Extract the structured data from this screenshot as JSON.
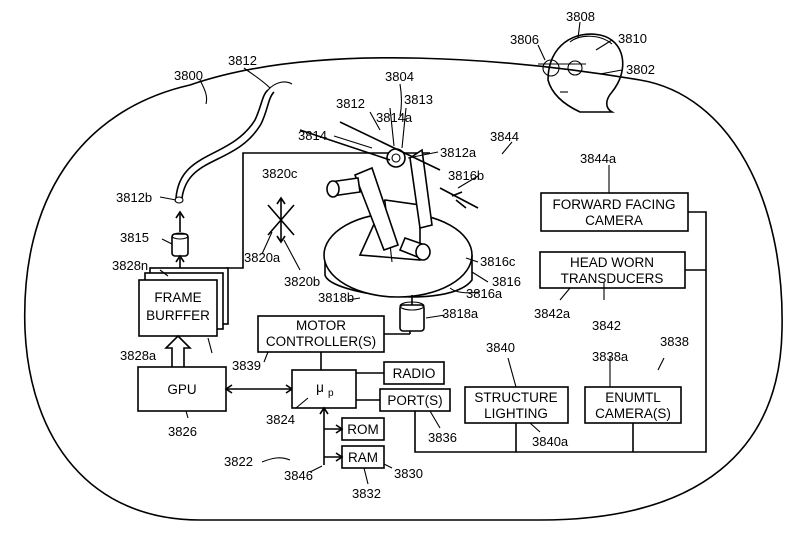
{
  "boxes": {
    "frame_buffer": [
      "FRAME",
      "BURFFER"
    ],
    "gpu": "GPU",
    "motor_controller": [
      "MOTOR",
      "CONTROLLER(S)"
    ],
    "processor": "μ",
    "processor_sub": "p",
    "radio": "RADIO",
    "ports": "PORT(S)",
    "rom": "ROM",
    "ram": "RAM",
    "forward_camera": [
      "FORWARD FACING",
      "CAMERA"
    ],
    "head_transducers": [
      "HEAD WORN",
      "TRANSDUCERS"
    ],
    "structure_lighting": [
      "STRUCTURE",
      "LIGHTING"
    ],
    "enumtl_camera": [
      "ENUMTL",
      "CAMERA(S)"
    ]
  },
  "refs": {
    "r3808": "3808",
    "r3806": "3806",
    "r3810": "3810",
    "r3802": "3802",
    "r3800": "3800",
    "r3812top": "3812",
    "r3804": "3804",
    "r3812mid": "3812",
    "r3813": "3813",
    "r3814a": "3814a",
    "r3814": "3814",
    "r3812a": "3812a",
    "r3844": "3844",
    "r3820c": "3820c",
    "r3816b": "3816b",
    "r3812b": "3812b",
    "r3844a": "3844a",
    "r3815": "3815",
    "r3820a": "3820a",
    "r3816c": "3816c",
    "r3828n": "3828n",
    "r3816": "3816",
    "r3820b": "3820b",
    "r3816a": "3816a",
    "r3818b": "3818b",
    "r3842a": "3842a",
    "r3818a": "3818a",
    "r3842": "3842",
    "r3828a": "3828a",
    "r3840": "3840",
    "r3838a": "3838a",
    "r3838": "3838",
    "r3839": "3839",
    "r3824": "3824",
    "r3836": "3836",
    "r3826": "3826",
    "r3840a": "3840a",
    "r3822": "3822",
    "r3830": "3830",
    "r3846": "3846",
    "r3832": "3832"
  }
}
